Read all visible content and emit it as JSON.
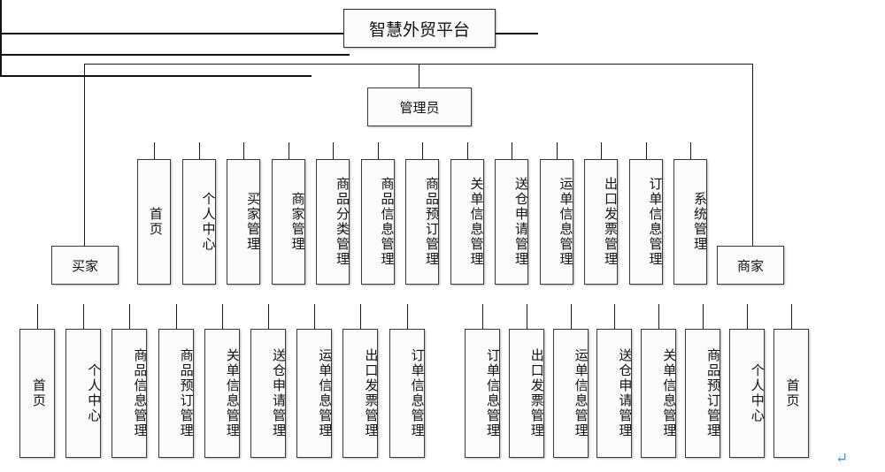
{
  "diagram": {
    "title": "智慧外贸平台",
    "root": {
      "label": "智慧外贸平台"
    },
    "admin": {
      "label": "管理员"
    },
    "roles": {
      "buyer": {
        "label": "买家"
      },
      "merchant": {
        "label": "商家"
      }
    },
    "admin_modules": [
      {
        "label": "首页"
      },
      {
        "label": "个人中心"
      },
      {
        "label": "买家管理"
      },
      {
        "label": "商家管理"
      },
      {
        "label": "商品分类管理"
      },
      {
        "label": "商品信息管理"
      },
      {
        "label": "商品预订管理"
      },
      {
        "label": "关单信息管理"
      },
      {
        "label": "送仓申请管理"
      },
      {
        "label": "运单信息管理"
      },
      {
        "label": "出口发票管理"
      },
      {
        "label": "订单信息管理"
      },
      {
        "label": "系统管理"
      }
    ],
    "buyer_modules": [
      {
        "label": "首页"
      },
      {
        "label": "个人中心"
      },
      {
        "label": "商品信息管理"
      },
      {
        "label": "商品预订管理"
      },
      {
        "label": "关单信息管理"
      },
      {
        "label": "送仓申请管理"
      },
      {
        "label": "运单信息管理"
      },
      {
        "label": "出口发票管理"
      },
      {
        "label": "订单信息管理"
      }
    ],
    "merchant_modules": [
      {
        "label": "订单信息管理"
      },
      {
        "label": "出口发票管理"
      },
      {
        "label": "运单信息管理"
      },
      {
        "label": "送仓申请管理"
      },
      {
        "label": "关单信息管理"
      },
      {
        "label": "商品预订管理"
      },
      {
        "label": "个人中心"
      },
      {
        "label": "首页"
      }
    ],
    "return_mark": "↵",
    "colors": {
      "line": "#121212",
      "box_border": "#3a3a3a",
      "box_fill": "#fbfbfb",
      "text": "#111111",
      "return_mark": "#4a90d9"
    }
  }
}
